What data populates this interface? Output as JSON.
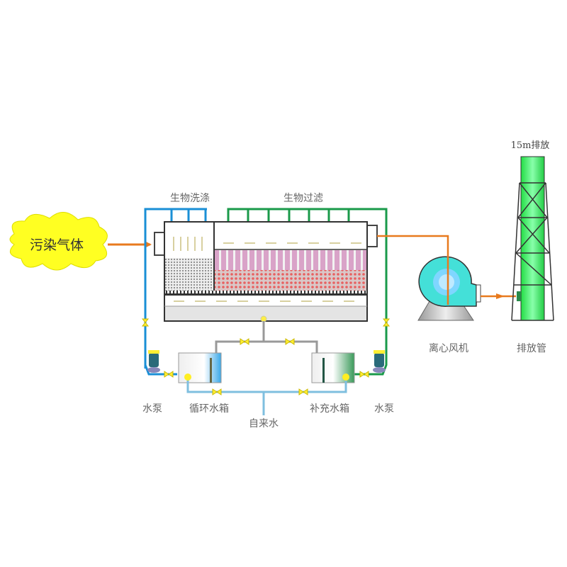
{
  "labels": {
    "polluted_gas": "污染气体",
    "bio_scrubbing": "生物洗涤",
    "bio_filtration": "生物过滤",
    "pump_left": "水泵",
    "circulation_tank": "循环水箱",
    "tap_water": "自来水",
    "makeup_tank": "补充水箱",
    "pump_right": "水泵",
    "centrifugal_fan": "离心风机",
    "exhaust_stack": "排放管",
    "stack_height": "15m排放"
  },
  "colors": {
    "gas_flow": "#e87a1e",
    "scrub_water": "#1a8fd6",
    "filter_water": "#1a9a4a",
    "tap_water": "#7fbfdf",
    "stack": "#3cee6a",
    "fan": "#44e0d8",
    "cloud": "#ffff22"
  }
}
